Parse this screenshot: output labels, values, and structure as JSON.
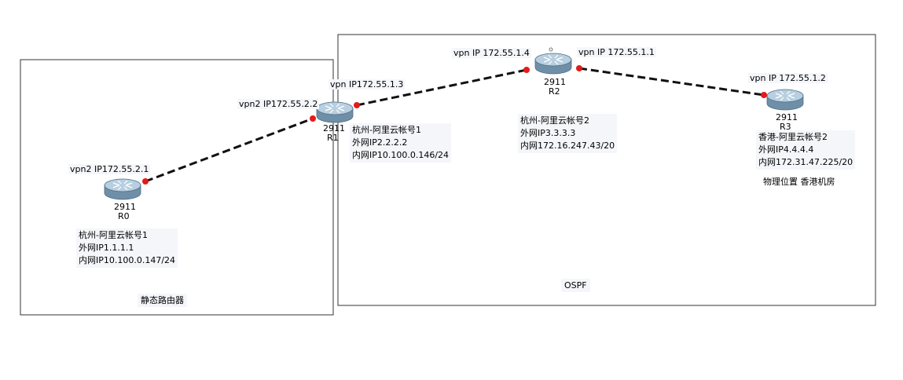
{
  "areas": {
    "static": "静态路由器",
    "ospf": "OSPF"
  },
  "routers": {
    "r0": {
      "model": "2911",
      "name": "R0"
    },
    "r1": {
      "model": "2911",
      "name": "R1"
    },
    "r2": {
      "model": "2911",
      "name": "R2"
    },
    "r3": {
      "model": "2911",
      "name": "R3"
    }
  },
  "ports": {
    "r0_vpn2": "vpn2 IP172.55.2.1",
    "r1_vpn2": "vpn2 IP172.55.2.2",
    "r1_vpn": "vpn IP172.55.1.3",
    "r2_left": "vpn IP 172.55.1.4",
    "r2_right": "vpn IP 172.55.1.1",
    "r3_vpn": "vpn IP 172.55.1.2"
  },
  "notes": {
    "r0": [
      "杭州-阿里云帐号1",
      "外网IP1.1.1.1",
      "内网IP10.100.0.147/24"
    ],
    "r1": [
      "杭州-阿里云帐号1",
      "外网IP2.2.2.2",
      "内网IP10.100.0.146/24"
    ],
    "r2": [
      "杭州-阿里云帐号2",
      "外网IP3.3.3.3",
      "内网172.16.247.43/20"
    ],
    "r3": [
      "香港-阿里云帐号2",
      "外网IP4.4.4.4",
      "内网172.31.47.225/20"
    ],
    "r3_location": "物理位置 香港机房"
  },
  "colors": {
    "link": "#111111",
    "port": "#e31b1b",
    "router_top": "#b7cfe0",
    "router_side": "#6f8fa8",
    "area_border": "#333333",
    "label_bg": "#f4f6fa"
  }
}
